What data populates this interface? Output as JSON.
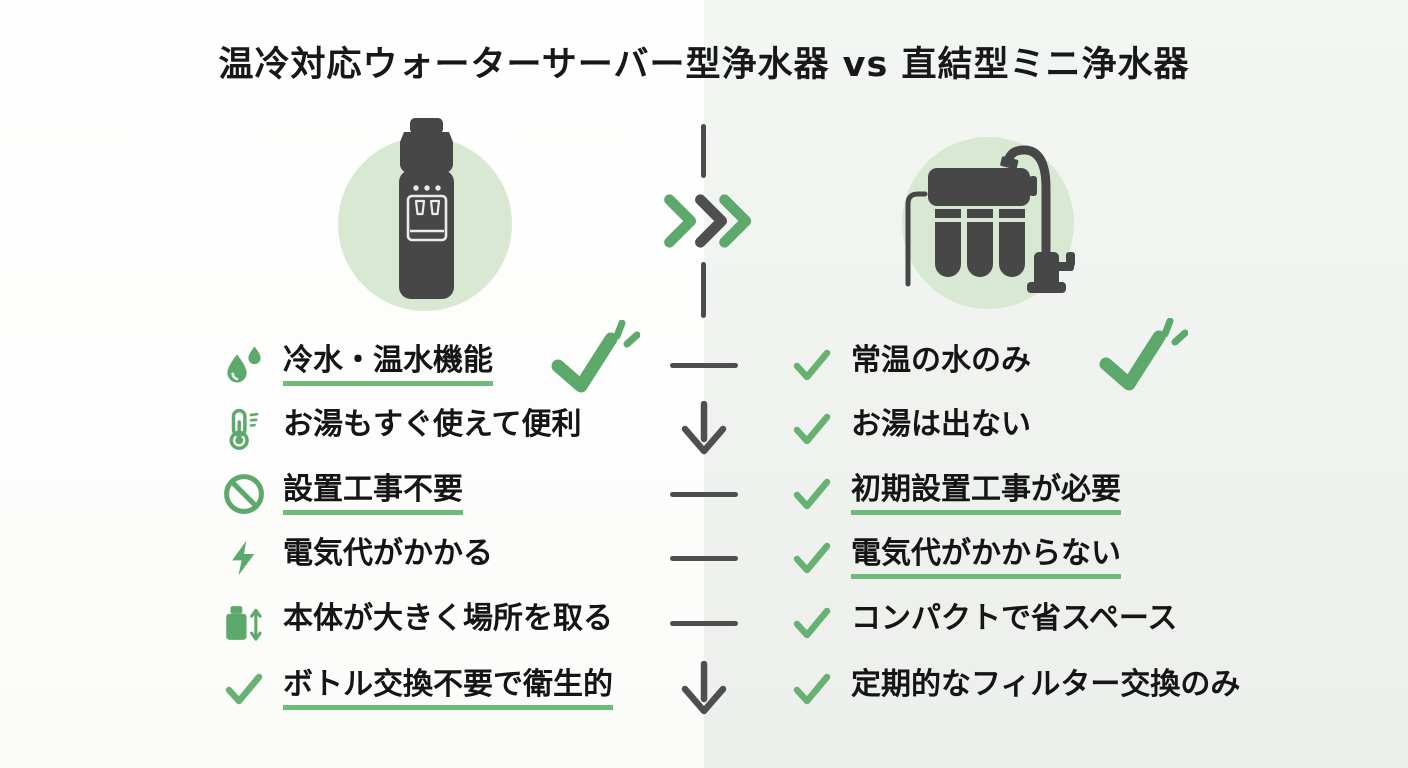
{
  "title": "温冷対応ウォーターサーバー型浄水器 vs 直結型ミニ浄水器",
  "colors": {
    "accent_green": "#5ca96b",
    "underline_green": "#6cbc77",
    "icon_green": "#67b173",
    "dark_gray": "#4a4a4a",
    "circle_green": "#d9e8d3",
    "bg_right": "#eef1ec",
    "text": "#151515"
  },
  "illustrations": {
    "left": {
      "name": "water-server-illustration"
    },
    "right": {
      "name": "direct-mini-purifier-illustration"
    }
  },
  "transition": {
    "icon": "triple-chevron-right-icon"
  },
  "columns": {
    "left": {
      "items": [
        {
          "icon": "water-droplets-icon",
          "label": "冷水・温水機能",
          "underline": true
        },
        {
          "icon": "thermometer-icon",
          "label": "お湯もすぐ使えて便利",
          "underline": false
        },
        {
          "icon": "prohibition-icon",
          "label": "設置工事不要",
          "underline": true
        },
        {
          "icon": "lightning-icon",
          "label": "電気代がかかる",
          "underline": false
        },
        {
          "icon": "bottle-size-icon",
          "label": "本体が大きく場所を取る",
          "underline": false
        },
        {
          "icon": "check-icon",
          "label": "ボトル交換不要で衛生的",
          "underline": true
        }
      ]
    },
    "right": {
      "items": [
        {
          "icon": "check-icon",
          "label": "常温の水のみ",
          "underline": false
        },
        {
          "icon": "check-icon",
          "label": "お湯は出ない",
          "underline": false
        },
        {
          "icon": "check-icon",
          "label": "初期設置工事が必要",
          "underline": true
        },
        {
          "icon": "check-icon",
          "label": "電気代がかからない",
          "underline": true
        },
        {
          "icon": "check-icon",
          "label": "コンパクトで省スペース",
          "underline": false
        },
        {
          "icon": "check-icon",
          "label": "定期的なフィルター交換のみ",
          "underline": false
        }
      ]
    }
  },
  "connectors": [
    "line",
    "arrow-down",
    "line",
    "line",
    "line",
    "arrow-down"
  ],
  "badges": [
    {
      "side": "left",
      "icon": "sparkle-check-icon"
    },
    {
      "side": "right",
      "icon": "sparkle-check-icon"
    }
  ]
}
